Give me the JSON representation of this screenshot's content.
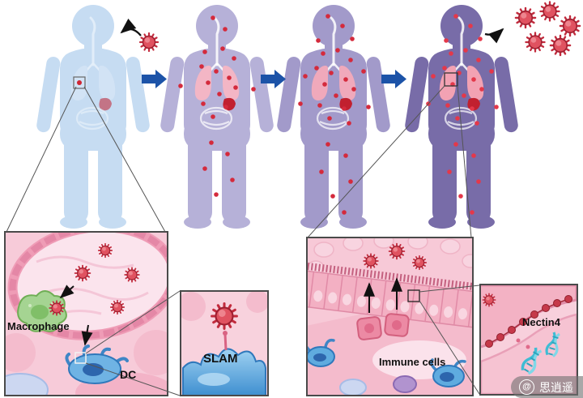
{
  "labels": {
    "macrophage": "Macrophage",
    "dc": "DC",
    "slam": "SLAM",
    "immune_cells": "Immune cells",
    "nectin4": "Nectin4"
  },
  "watermark": {
    "prefix": "@",
    "text": "思逍遥"
  },
  "colors": {
    "body_stage1": "#c6dcf2",
    "body_stage2": "#b6b1d8",
    "body_stage3": "#a29aca",
    "body_stage4": "#786ca8",
    "progress_arrow_blue": "#1c53a8",
    "virus_red": "#d63a4a",
    "panel_pink": "#f7cbd9",
    "macrophage_green": "#a5d492",
    "dc_blue": "#58a7dd",
    "nectin_cyan": "#3fbcd4"
  }
}
